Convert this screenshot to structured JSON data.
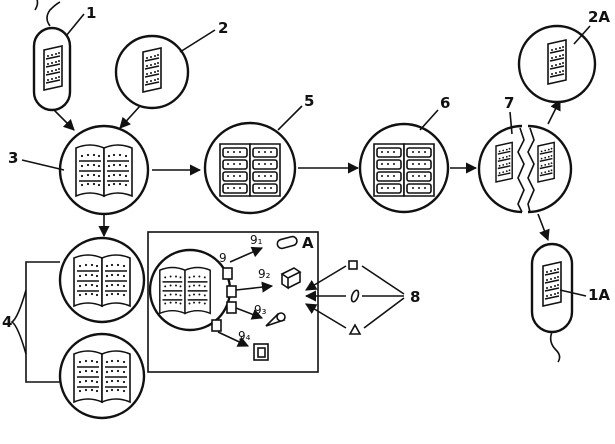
{
  "labels": {
    "n1": "1",
    "n2": "2",
    "n2a": "2A",
    "n3": "3",
    "n4": "4",
    "n5": "5",
    "n6": "6",
    "n7": "7",
    "n8": "8",
    "n9": "9",
    "n1a": "1A",
    "nA": "A",
    "g1": "9₁",
    "g2": "9₂",
    "g3": "9₃",
    "g4": "9₄"
  }
}
